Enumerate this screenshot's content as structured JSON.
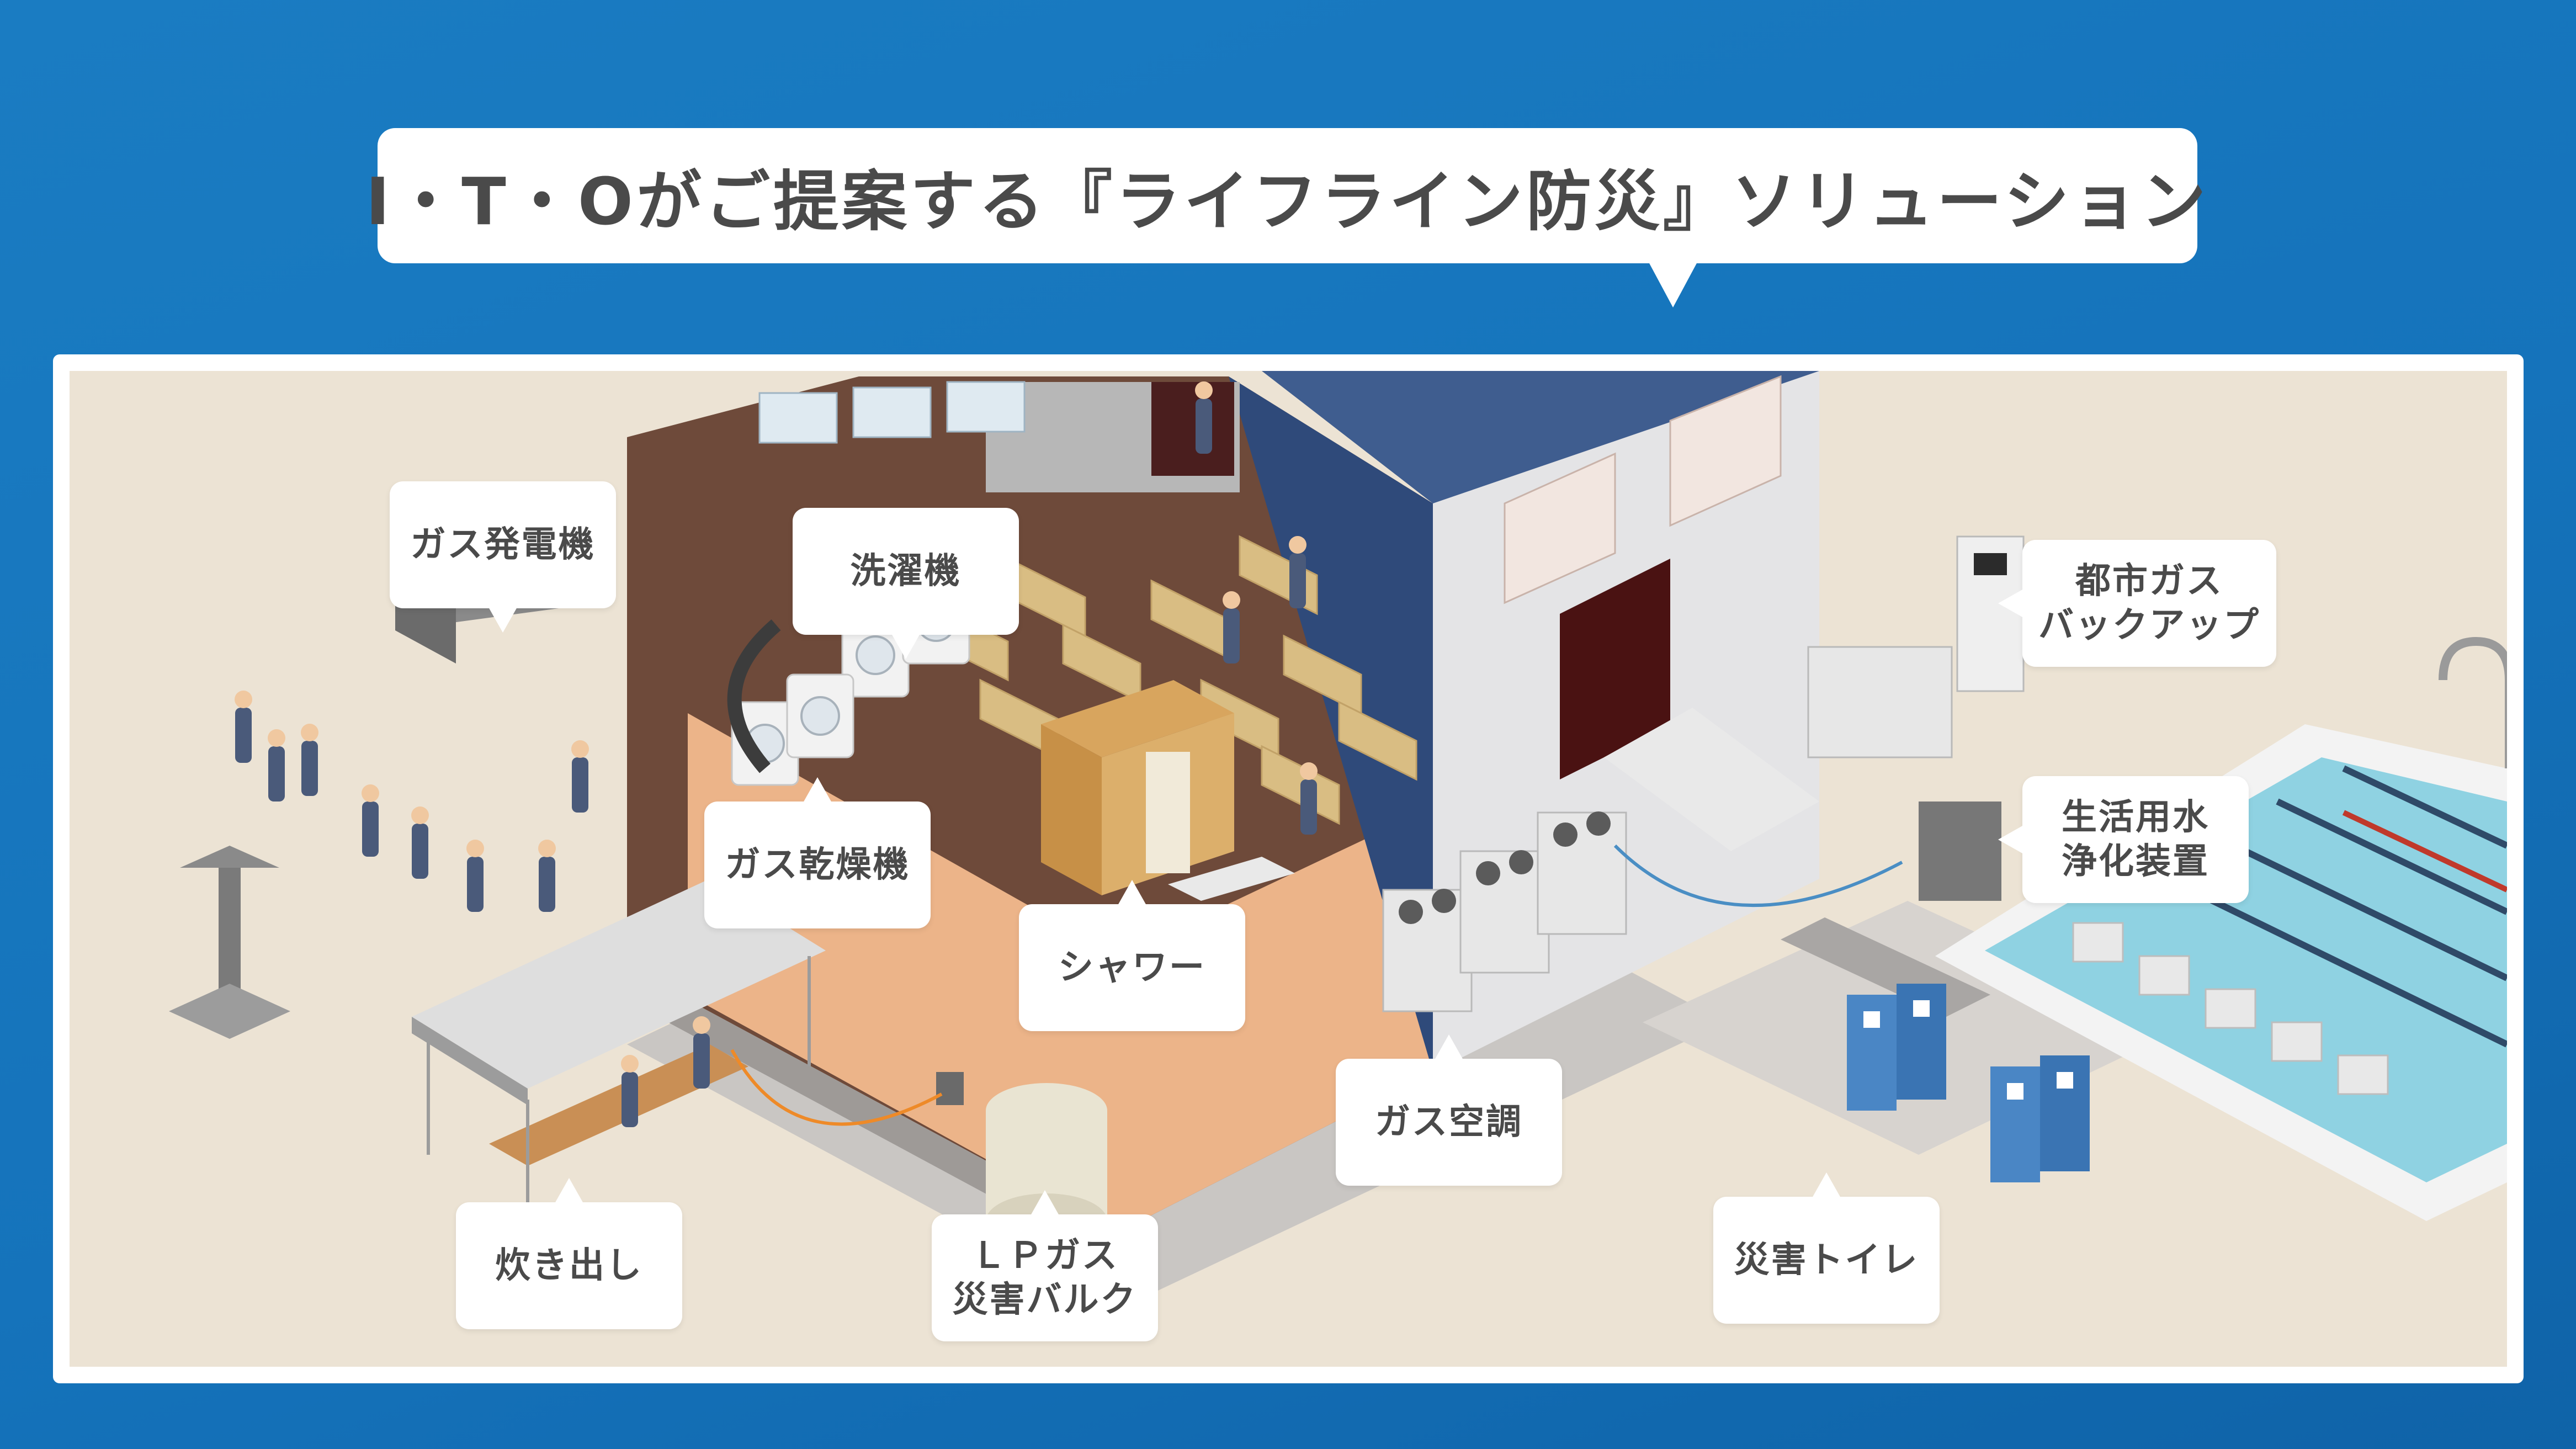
{
  "title": "I・T・Oがご提案する『ライフライン防災』ソリューション",
  "labels": {
    "gas_generator": "ガス発電機",
    "washing_machine": "洗濯機",
    "gas_dryer": "ガス乾燥機",
    "shower": "シャワー",
    "cooking": "炊き出し",
    "lp_gas_line1": "ＬＰガス",
    "lp_gas_line2": "災害バルク",
    "gas_aircon": "ガス空調",
    "city_gas_line1": "都市ガス",
    "city_gas_line2": "バックアップ",
    "water_purifier_line1": "生活用水",
    "water_purifier_line2": "浄化装置",
    "disaster_toilet": "災害トイレ"
  },
  "colors": {
    "background": "#1573bb",
    "scene_ground": "#ece3d4",
    "pavement": "#c9c6c3",
    "gym_floor": "#ecb489",
    "gym_wall": "#6e4a3a",
    "building_wall": "#e4e4e6",
    "roof": "#3f5d8f",
    "pool_water": "#8fd2e2",
    "toilet_blue": "#4a86c5",
    "partition": "#d9bd83",
    "pipe_orange": "#ee8a28",
    "pipe_blue": "#4a8ec4"
  },
  "icons": {
    "title_tail": "speech-tail-icon",
    "person": "person-icon",
    "toilet_sign": "toilet-sign-icon"
  }
}
